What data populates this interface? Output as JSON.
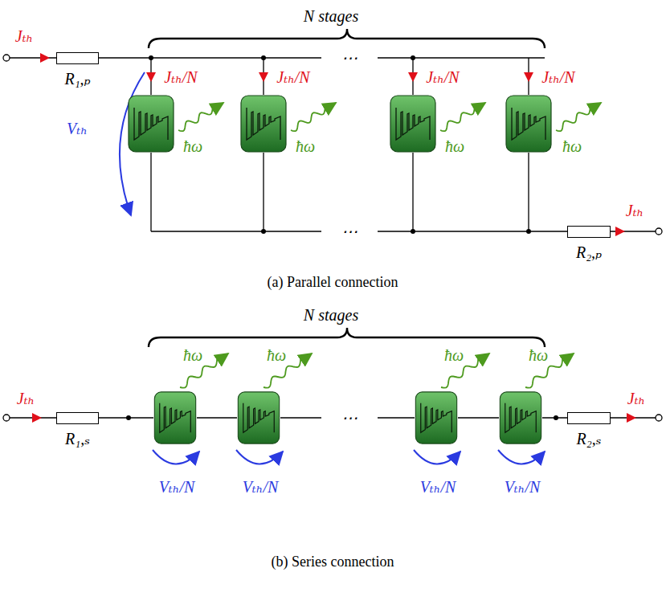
{
  "diagram": {
    "nodes": [
      {
        "text": [
          "R₁,ₚ"
        ]
      },
      {
        "text": [
          "R₂,ₚ"
        ]
      },
      {
        "text": [
          "R₁,ₛ"
        ]
      },
      {
        "text": [
          "R₂,ₛ"
        ]
      }
    ],
    "labels": [
      "N stages",
      "Jₜₕ",
      "Jₜₕ/N",
      "Jₜₕ/N",
      "Jₜₕ/N",
      "Jₜₕ/N",
      "ħω",
      "ħω",
      "ħω",
      "ħω",
      "Vₜₕ",
      "⋯",
      "⋯",
      "Jₜₕ",
      "(a) Parallel connection",
      "N stages",
      "Jₜₕ",
      "ħω",
      "ħω",
      "ħω",
      "ħω",
      "Vₜₕ/N",
      "Vₜₕ/N",
      "Vₜₕ/N",
      "Vₜₕ/N",
      "⋯",
      "Jₜₕ",
      "(b) Series connection"
    ]
  }
}
